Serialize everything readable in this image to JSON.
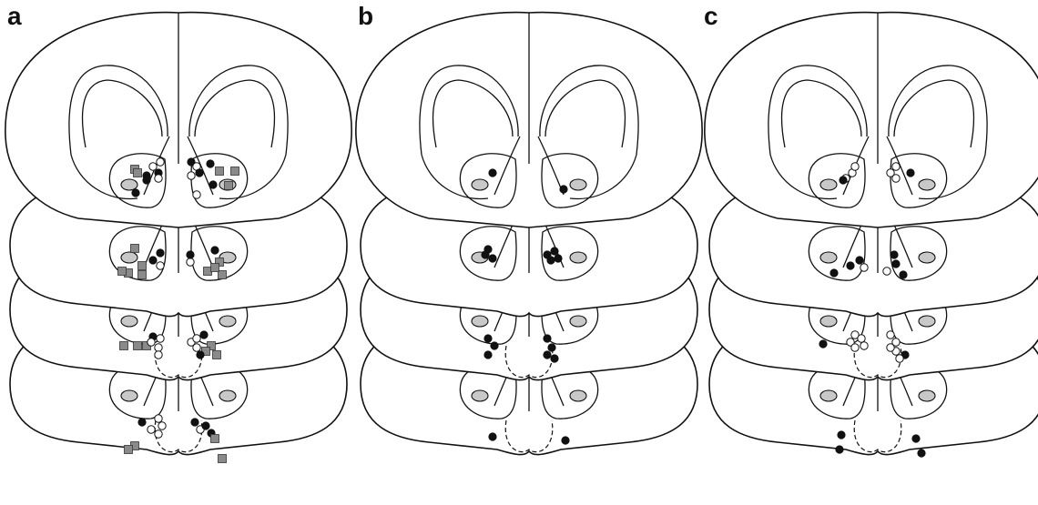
{
  "panels": [
    {
      "label": "a"
    },
    {
      "label": "b"
    },
    {
      "label": "c"
    }
  ],
  "colors": {
    "outline": "#111111",
    "filled_circle": "#111111",
    "open_circle": "#ffffff",
    "gray_square": "#8a8a8a",
    "nucleus_fill": "#c8c8c8"
  },
  "marker_types": [
    "filled-circle",
    "open-circle",
    "gray-square"
  ]
}
